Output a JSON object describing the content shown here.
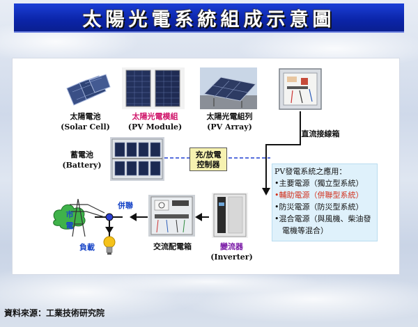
{
  "title": "太陽光電系統組成示意圖",
  "components": {
    "solar_cell": {
      "name": "太陽電池",
      "en": "(Solar Cell)"
    },
    "pv_module": {
      "name": "太陽光電模組",
      "en": "(PV Module)"
    },
    "pv_array": {
      "name": "太陽光電組列",
      "en": "(PV Array)"
    },
    "dc_junction": {
      "name": "直流接線箱"
    },
    "battery": {
      "name": "蓄電池",
      "en": "(Battery)"
    },
    "charge_controller": {
      "line1": "充/放電",
      "line2": "控制器"
    },
    "inverter": {
      "name": "變流器",
      "en": "(Inverter)"
    },
    "ac_box": {
      "name": "交流配電箱"
    },
    "grid": {
      "line1": "市",
      "line2": "電"
    },
    "grid_connect": {
      "name": "併聯"
    },
    "load": {
      "name": "負載"
    }
  },
  "applications": {
    "heading": "PV發電系統之應用：",
    "items": [
      {
        "text": "•主要電源（獨立型系統）",
        "highlight": false
      },
      {
        "text": "•輔助電源（併聯型系統）",
        "highlight": true
      },
      {
        "text": "•防災電源（防災型系統）",
        "highlight": false
      },
      {
        "text": "•混合電源（與風機、柴油發",
        "highlight": false
      },
      {
        "text": "　電機等混合）",
        "highlight": false
      }
    ]
  },
  "source": "資料來源：工業技術研究院",
  "colors": {
    "title_bar": "#0b24a8",
    "pink_label": "#d0156a",
    "purple_label": "#7a1aa6",
    "blue_label": "#1a47c8",
    "dashed_line": "#1e3fd0",
    "info_bg": "#dff1fb",
    "highlight_text": "#d2301c"
  }
}
